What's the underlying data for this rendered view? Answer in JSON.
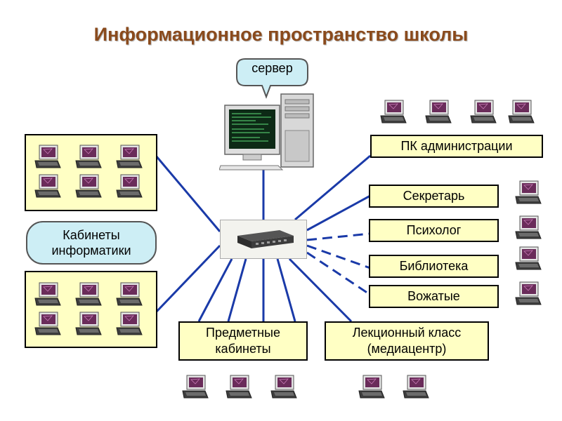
{
  "title": "Информационное пространство школы",
  "server_label": "сервер",
  "computer_class_label": "Кабинеты информатики",
  "targets": {
    "admin": "ПК администрации",
    "secretary": "Секретарь",
    "psychologist": "Психолог",
    "library": "Библиотека",
    "counselors": "Вожатые",
    "subject_rooms": "Предметные кабинеты",
    "lecture_hall": "Лекционный класс (медиацентр)"
  },
  "colors": {
    "title": "#8a4a1c",
    "box_fill": "#ffffc4",
    "pill_fill": "#cdeef5",
    "link": "#1a3aa8",
    "screen": "#6a2c5a"
  },
  "icons": [
    "server-icon",
    "monitor-icon",
    "switch-icon",
    "laptop-icon"
  ]
}
